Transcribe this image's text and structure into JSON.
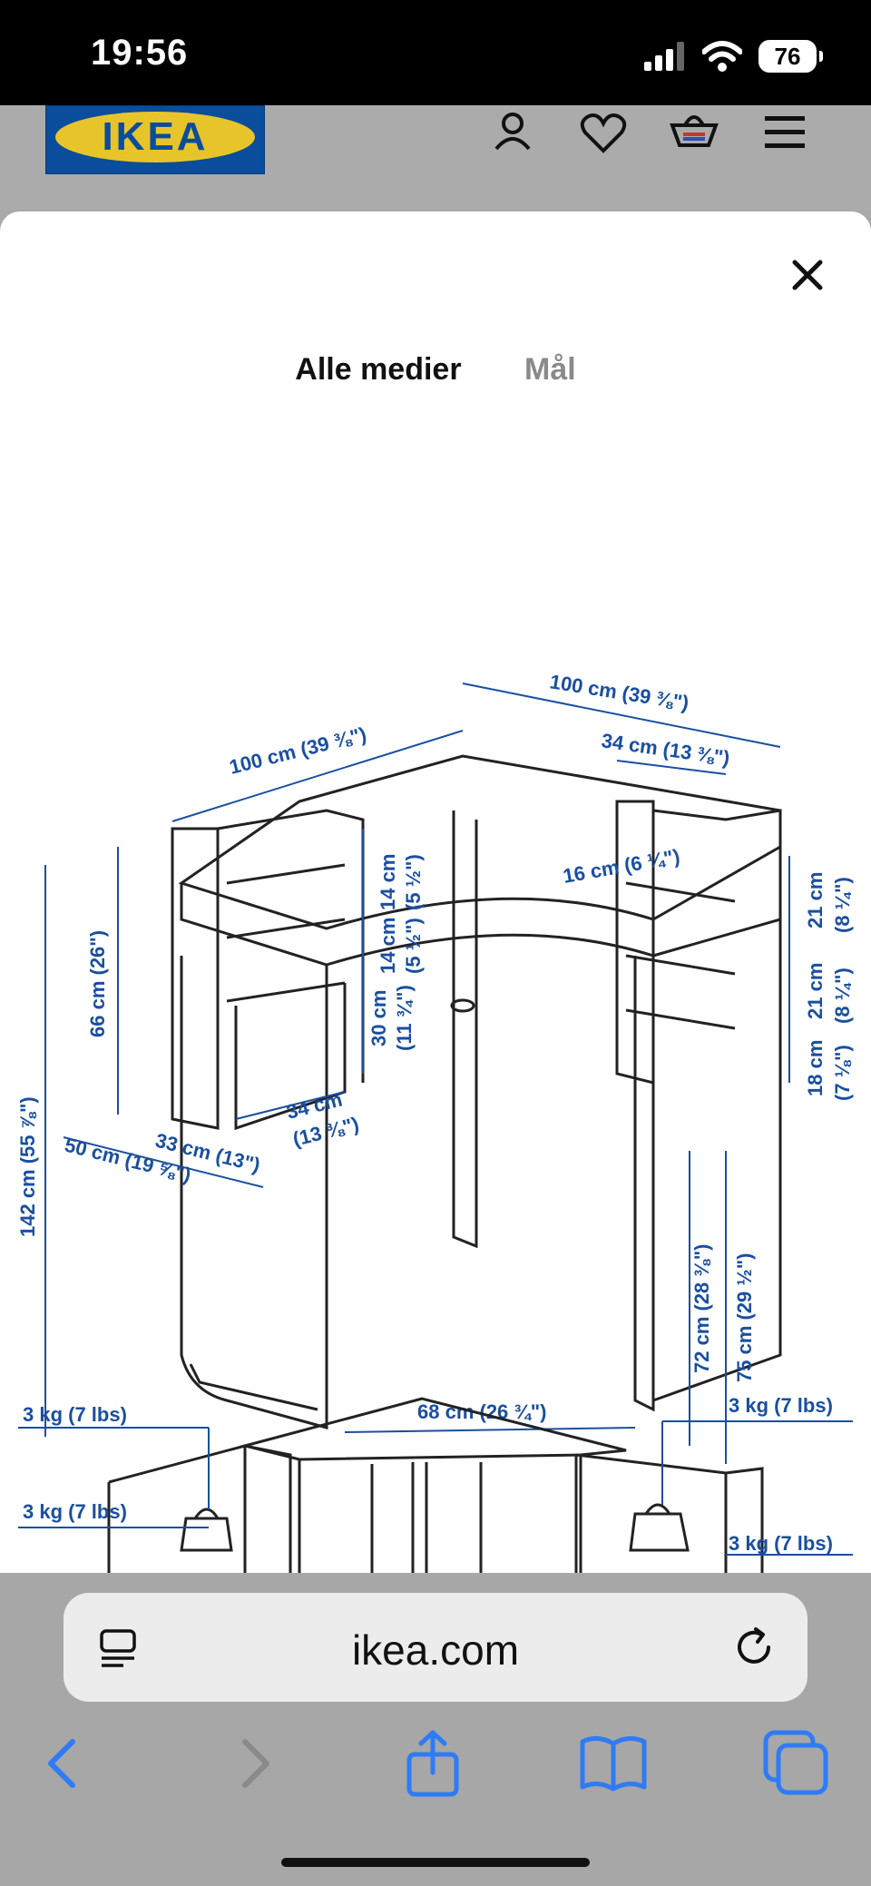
{
  "status_bar": {
    "time": "19:56",
    "battery": "76"
  },
  "header": {
    "logo_text": "IKEA",
    "icons": [
      "account-icon",
      "heart-icon",
      "cart-icon",
      "menu-icon"
    ]
  },
  "modal": {
    "tabs": [
      {
        "label": "Alle medier",
        "active": true
      },
      {
        "label": "Mål",
        "active": false
      }
    ],
    "diagram1_labels": {
      "top_left_width": "100 cm (39 ⅜\")",
      "top_right_width": "100 cm (39 ⅜\")",
      "right_shelf_width": "34 cm (13 ⅜\")",
      "shelf_depth": "16 cm (6 ¼\")",
      "left_shelf_h1": "14 cm",
      "left_shelf_h1_in": "(5 ½\")",
      "left_shelf_h2": "14 cm",
      "left_shelf_h2_in": "(5 ½\")",
      "left_shelf_h3": "30 cm",
      "left_shelf_h3_in": "(11 ¾\")",
      "right_h1": "21 cm",
      "right_h1_in": "(8 ¼\")",
      "right_h2": "21 cm",
      "right_h2_in": "(8 ¼\")",
      "right_h3": "18 cm",
      "right_h3_in": "(7 ⅛\")",
      "upper_height": "66 cm (26\")",
      "total_height": "142 cm (55 ⅞\")",
      "inner_depth": "34 cm",
      "inner_depth_in": "(13 ⅜\")",
      "depth_33": "33 cm (13\")",
      "depth_50": "50 cm (19 ⅝\")",
      "knee_height": "72 cm (28 ⅜\")",
      "desk_height": "75 cm (29 ½\")",
      "knee_width": "68 cm (26 ¾\")"
    },
    "diagram2_labels": {
      "load_tl": "3 kg (7 lbs)",
      "load_bl": "3 kg (7 lbs)",
      "load_tr": "3 kg (7 lbs)",
      "load_br": "3 kg (7 lbs)"
    }
  },
  "browser": {
    "url": "ikea.com",
    "colors": {
      "accent": "#2f7bf5"
    }
  }
}
